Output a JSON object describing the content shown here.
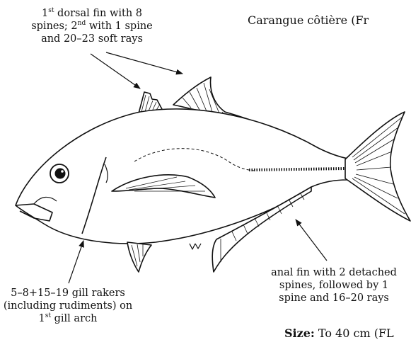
{
  "header": {
    "common_name": "Carangue côtière (Fr"
  },
  "labels": {
    "dorsal": {
      "line1_num": "1",
      "line1_sup": "st",
      "line1_rest": " dorsal fin with 8",
      "line2_a": "spines; 2",
      "line2_sup": "nd",
      "line2_b": " with 1 spine",
      "line3": "and 20–23 soft rays"
    },
    "anal": {
      "line1": "anal fin with 2 detached",
      "line2": "spines, followed by 1",
      "line3": "spine and 16–20 rays"
    },
    "gill": {
      "line1": "5–8+15–19 gill rakers",
      "line2": "(including rudiments) on",
      "line3_num": "1",
      "line3_sup": "st",
      "line3_rest": " gill arch"
    }
  },
  "footer": {
    "size_label": "Size:",
    "size_value": " To 40 cm (FL"
  },
  "colors": {
    "ink": "#111111",
    "paper": "#ffffff"
  }
}
